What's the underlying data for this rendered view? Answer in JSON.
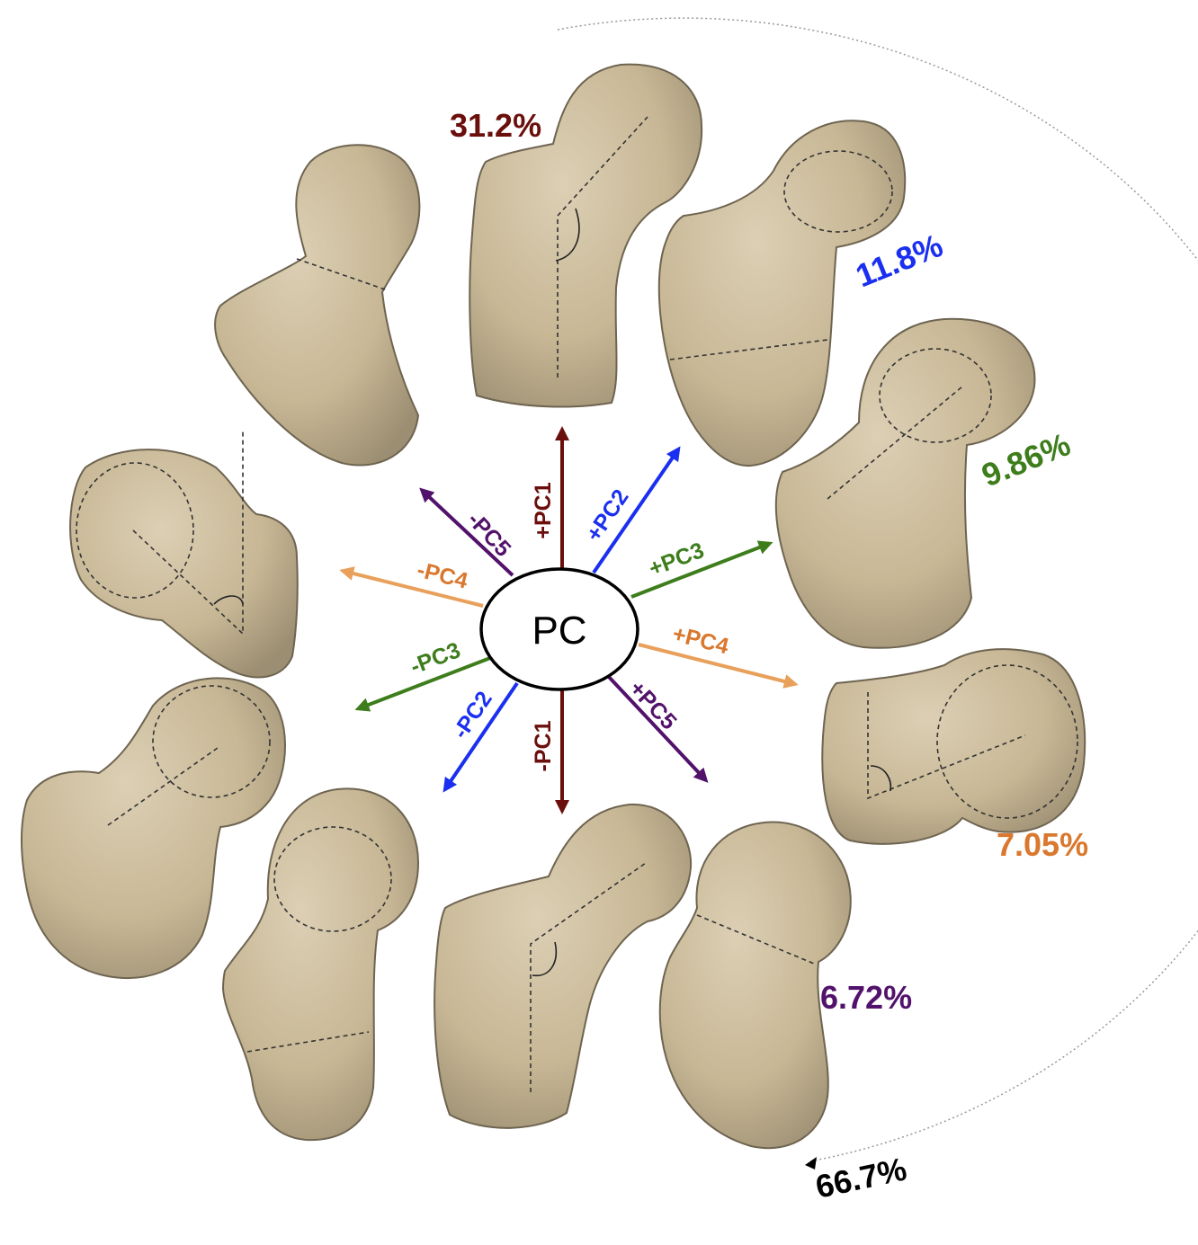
{
  "center_label": "PC",
  "colors": {
    "pc1": "#6b0f0c",
    "pc2": "#1a2ff0",
    "pc3": "#3e7d1c",
    "pc4": "#e8a05a",
    "pc4_text": "#d9782e",
    "pc5": "#52126b",
    "bone": "#c9b99a",
    "total": "#000000"
  },
  "arrows": {
    "pc1_pos": "+PC1",
    "pc1_neg": "-PC1",
    "pc2_pos": "+PC2",
    "pc2_neg": "-PC2",
    "pc3_pos": "+PC3",
    "pc3_neg": "-PC3",
    "pc4_pos": "+PC4",
    "pc4_neg": "-PC4",
    "pc5_pos": "+PC5",
    "pc5_neg": "-PC5"
  },
  "variance": {
    "pc1": "31.2%",
    "pc2": "11.8%",
    "pc3": "9.86%",
    "pc4": "7.05%",
    "pc5": "6.72%",
    "total": "66.7%"
  }
}
